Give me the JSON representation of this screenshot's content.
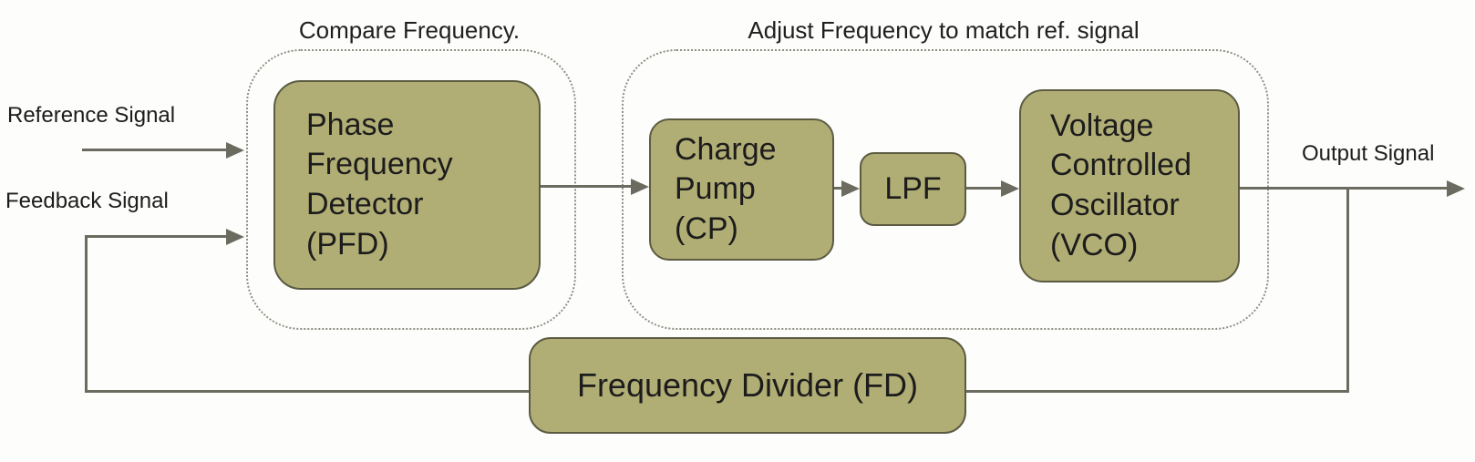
{
  "colors": {
    "block_fill": "#b1ae75",
    "block_border": "#5c5b42",
    "line": "#6c6b60",
    "ink": "#1c1c1c",
    "dot": "#8f8f85",
    "bg": "#fdfdfc"
  },
  "groups": {
    "compare": {
      "label": "Compare Frequency."
    },
    "adjust": {
      "label": "Adjust Frequency to match ref. signal"
    }
  },
  "blocks": {
    "pfd": {
      "label": "Phase\nFrequency\nDetector\n(PFD)"
    },
    "cp": {
      "label": "Charge\nPump\n(CP)"
    },
    "lpf": {
      "label": "LPF"
    },
    "vco": {
      "label": "Voltage\nControlled\nOscillator\n(VCO)"
    },
    "fd": {
      "label": "Frequency Divider (FD)"
    }
  },
  "signals": {
    "reference": {
      "label": "Reference Signal"
    },
    "feedback": {
      "label": "Feedback Signal"
    },
    "output": {
      "label": "Output Signal"
    }
  }
}
